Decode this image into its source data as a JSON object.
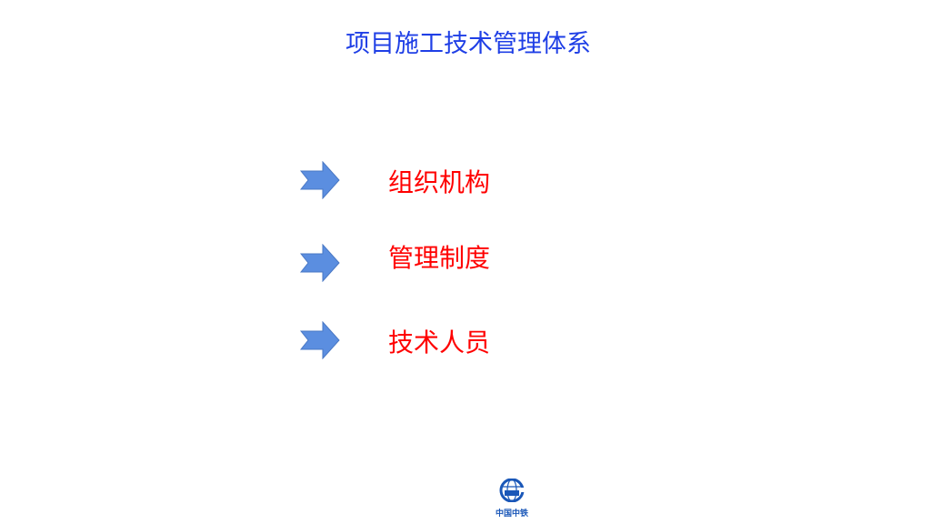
{
  "slide": {
    "title": "项目施工技术管理体系",
    "items": [
      {
        "label": "组织机构"
      },
      {
        "label": "管理制度"
      },
      {
        "label": "技术人员"
      }
    ],
    "arrow_color": "#5b8ee0",
    "label_color": "#ff0000",
    "title_color": "#1f3fe6",
    "logo_text": "中国中铁"
  }
}
